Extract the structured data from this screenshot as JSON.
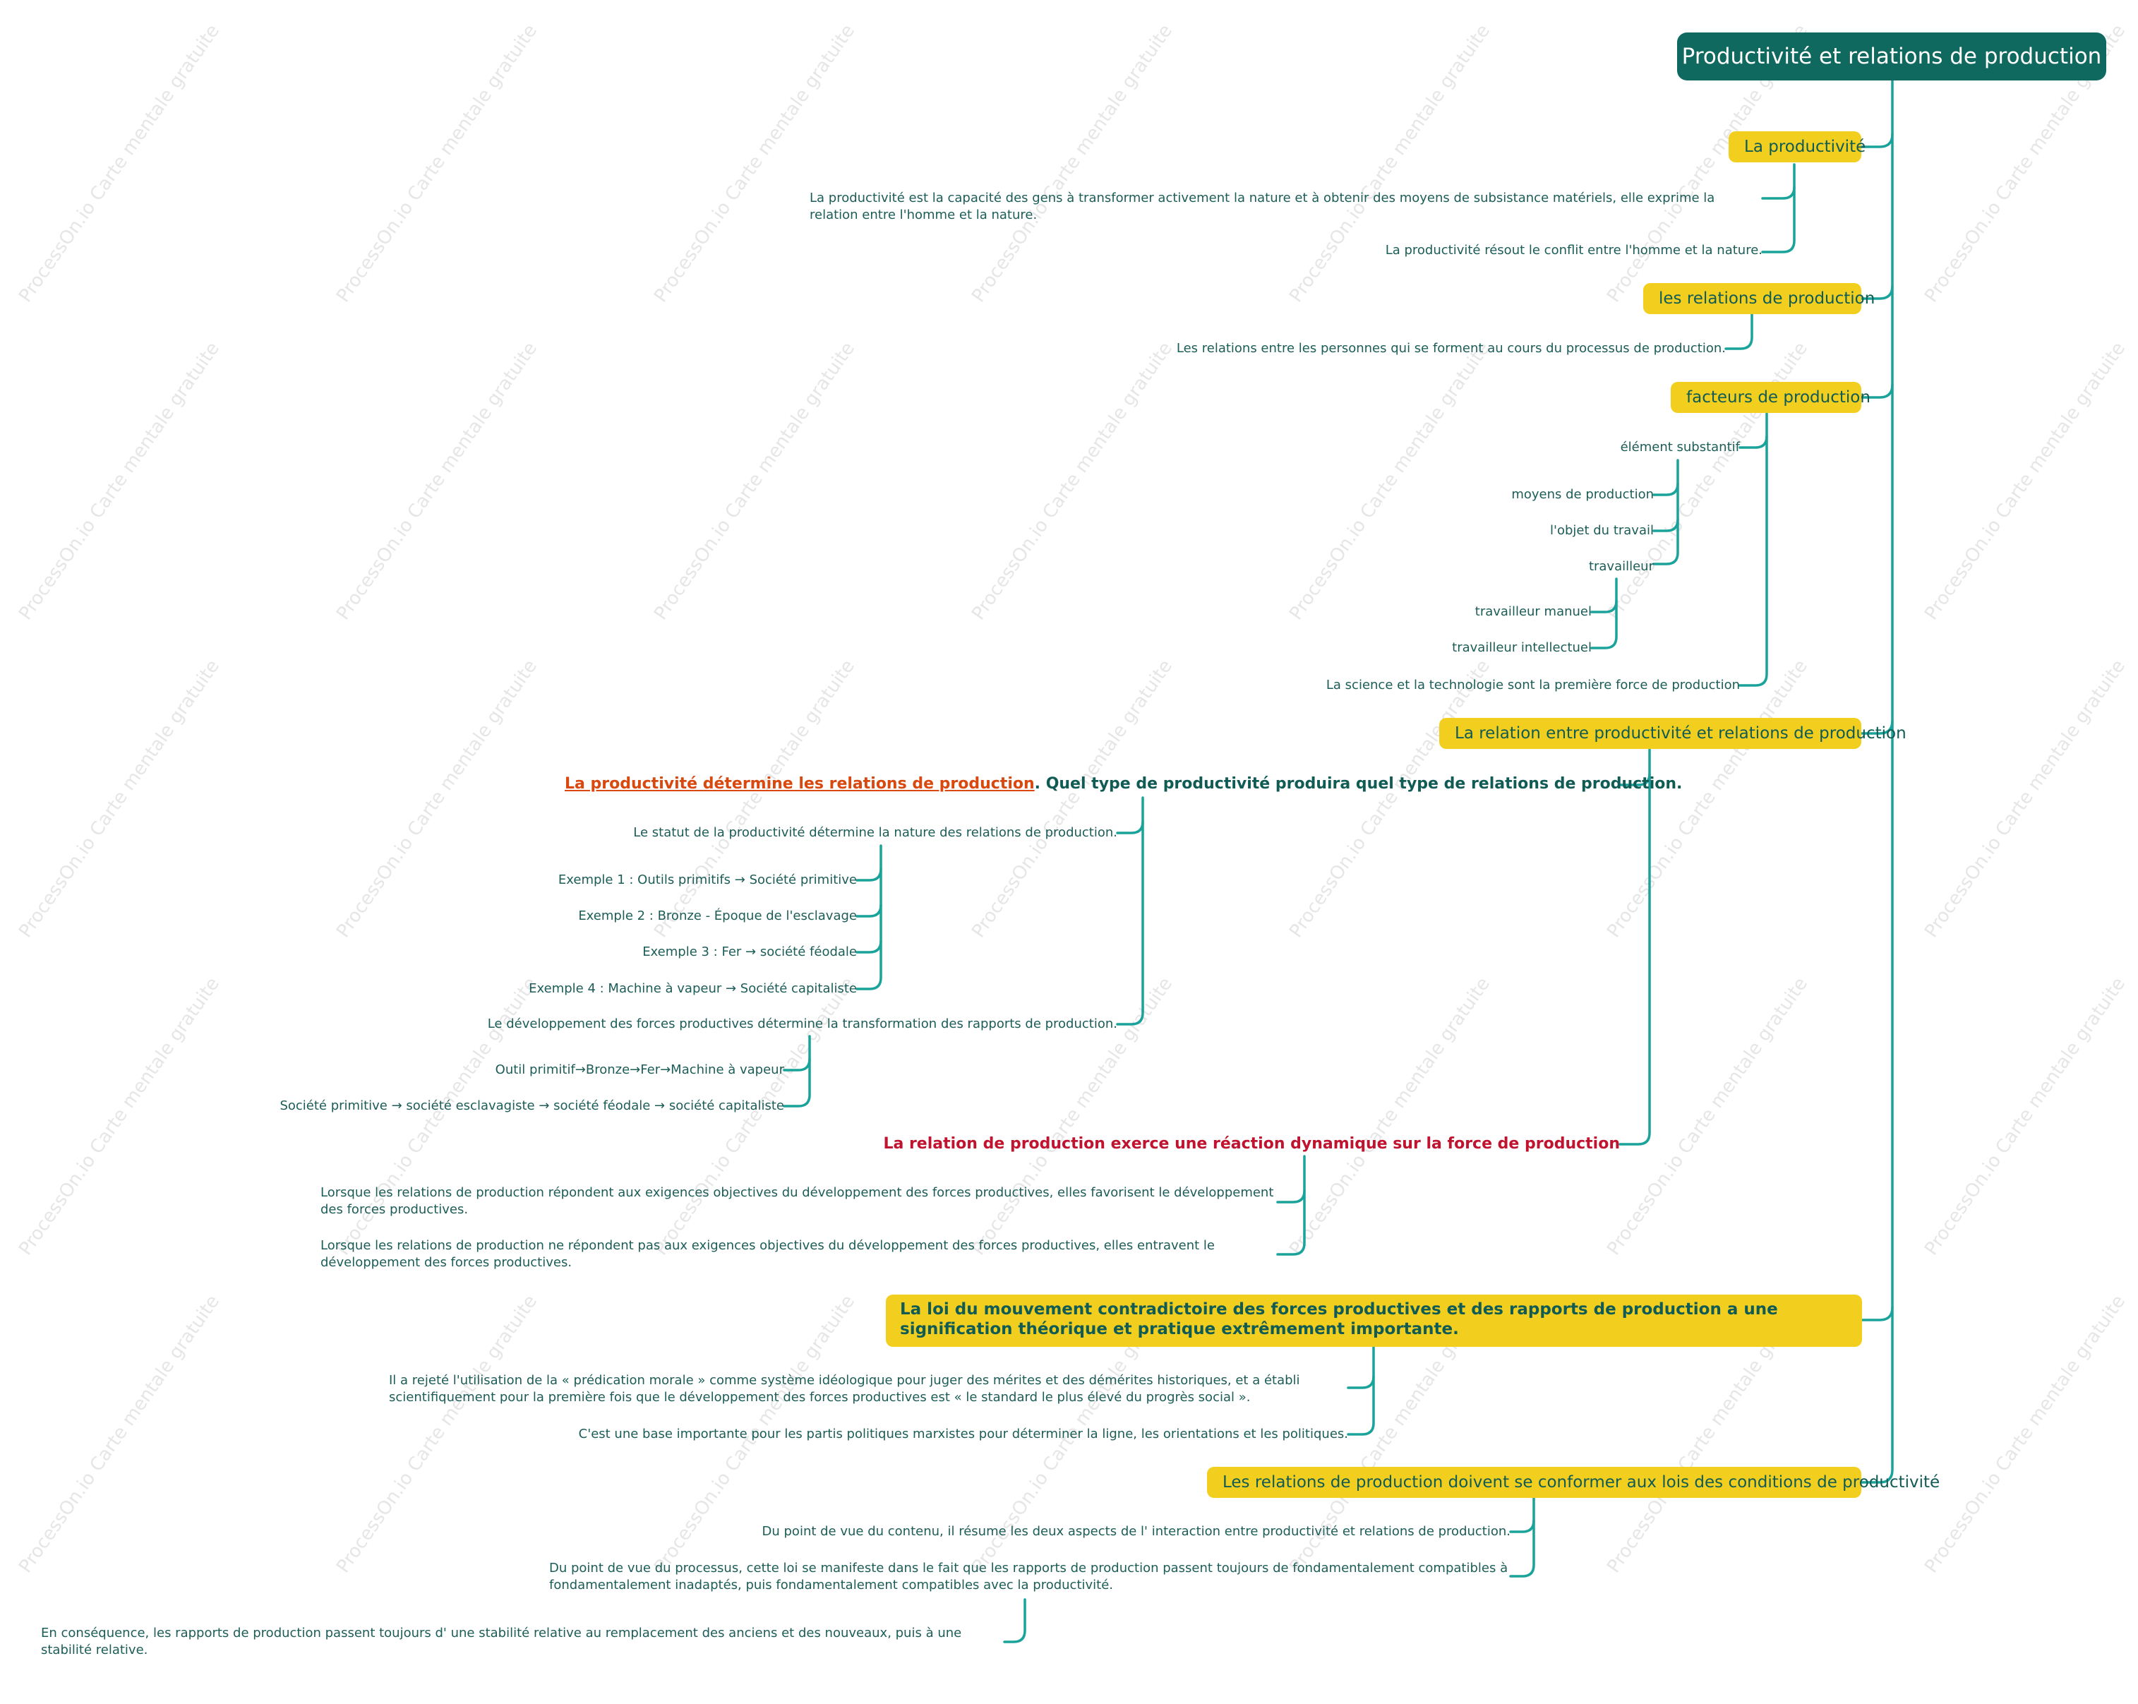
{
  "watermark": "ProcessOn.io Carte mentale gratuite",
  "colors": {
    "root_bg": "#10695e",
    "topic_bg": "#f2cf1e",
    "topic_text": "#115b55",
    "text": "#1c5d58",
    "connector": "#1aa39a",
    "accent_orange": "#d9480f",
    "accent_red": "#c0132f"
  },
  "root": {
    "title": "Productivité et relations de production"
  },
  "productivite": {
    "title": "La productivité",
    "items": [
      "La productivité est la capacité des gens à transformer activement la nature et à obtenir des moyens de subsistance matériels, elle exprime la relation entre l'homme et la nature.",
      "La productivité résout le conflit entre l'homme et la nature."
    ]
  },
  "relations": {
    "title": "les relations de production",
    "items": [
      "Les relations entre les personnes qui se forment au cours du processus de production."
    ]
  },
  "facteurs": {
    "title": "facteurs de production",
    "element": "élément substantif",
    "moyens": "moyens de production",
    "objet": "l'objet du travail",
    "travailleur": "travailleur",
    "manuel": "travailleur manuel",
    "intellectuel": "travailleur intellectuel",
    "science": "La science et la technologie sont la première force de production"
  },
  "relation_pr": {
    "title": "La relation entre productivité et relations de production",
    "det_underlined": "La productivité détermine les relations de production",
    "det_rest": ". Quel type de productivité produira quel type de relations de production.",
    "statut": "Le statut de la productivité détermine la nature des relations de production.",
    "ex1": "Exemple 1 : Outils primitifs → Société primitive",
    "ex2": "Exemple 2 : Bronze - Époque de l'esclavage",
    "ex3": "Exemple 3 : Fer → société féodale",
    "ex4": "Exemple 4 : Machine à vapeur → Société capitaliste",
    "dev": "Le développement des forces productives détermine la transformation des rapports de production.",
    "outil": "Outil primitif→Bronze→Fer→Machine à vapeur",
    "societe": "Société primitive → société esclavagiste → société féodale → société capitaliste",
    "reaction": "La relation de production exerce une réaction dynamique sur la force de production",
    "favor": "Lorsque les relations de production répondent aux exigences objectives du développement des forces productives, elles favorisent le développement des forces productives.",
    "entrave": "Lorsque les relations de production ne répondent pas aux exigences objectives du développement des forces productives, elles entravent le développement des forces productives."
  },
  "loi": {
    "title": "La loi du mouvement contradictoire des forces productives et des rapports de production a une signification théorique et pratique extrêmement importante.",
    "item1": "Il a rejeté l'utilisation de la « prédication morale » comme système idéologique pour juger des mérites et des démérites historiques, et a établi scientifiquement pour la première fois que le développement des forces productives est « le standard le plus élevé du progrès social ».",
    "item2": "C'est une base importante pour les partis politiques marxistes pour déterminer la ligne, les orientations et les politiques."
  },
  "conformer": {
    "title": "Les relations de production doivent se conformer aux lois des conditions de productivité",
    "contenu": "Du point de vue du contenu, il résume les deux aspects de l'  interaction entre productivité et relations de production.",
    "processus": "Du point de vue du processus, cette loi se manifeste dans le fait que les rapports de production passent toujours de fondamentalement compatibles à fondamentalement inadaptés, puis fondamentalement compatibles avec la productivité.",
    "consequence": "En conséquence, les rapports de production passent toujours d'  une stabilité relative au remplacement des anciens et des nouveaux, puis à une stabilité relative."
  }
}
